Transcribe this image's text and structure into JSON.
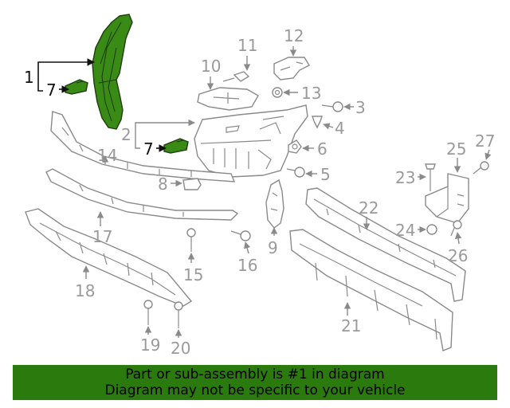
{
  "diagram": {
    "highlight_color": "#3a8a16",
    "callouts": {
      "c1": "1",
      "c2": "2",
      "c3": "3",
      "c4": "4",
      "c5": "5",
      "c6": "6",
      "c7a": "7",
      "c7b": "7",
      "c8": "8",
      "c9": "9",
      "c10": "10",
      "c11": "11",
      "c12": "12",
      "c13": "13",
      "c14": "14",
      "c15": "15",
      "c16": "16",
      "c17": "17",
      "c18": "18",
      "c19": "19",
      "c20": "20",
      "c21": "21",
      "c22": "22",
      "c23": "23",
      "c24": "24",
      "c25": "25",
      "c26": "26",
      "c27": "27"
    }
  },
  "banner": {
    "line1": "Part or sub-assembly is #1 in diagram",
    "line2": "Diagram may not be specific to your vehicle",
    "background": "#2a7a0e"
  }
}
